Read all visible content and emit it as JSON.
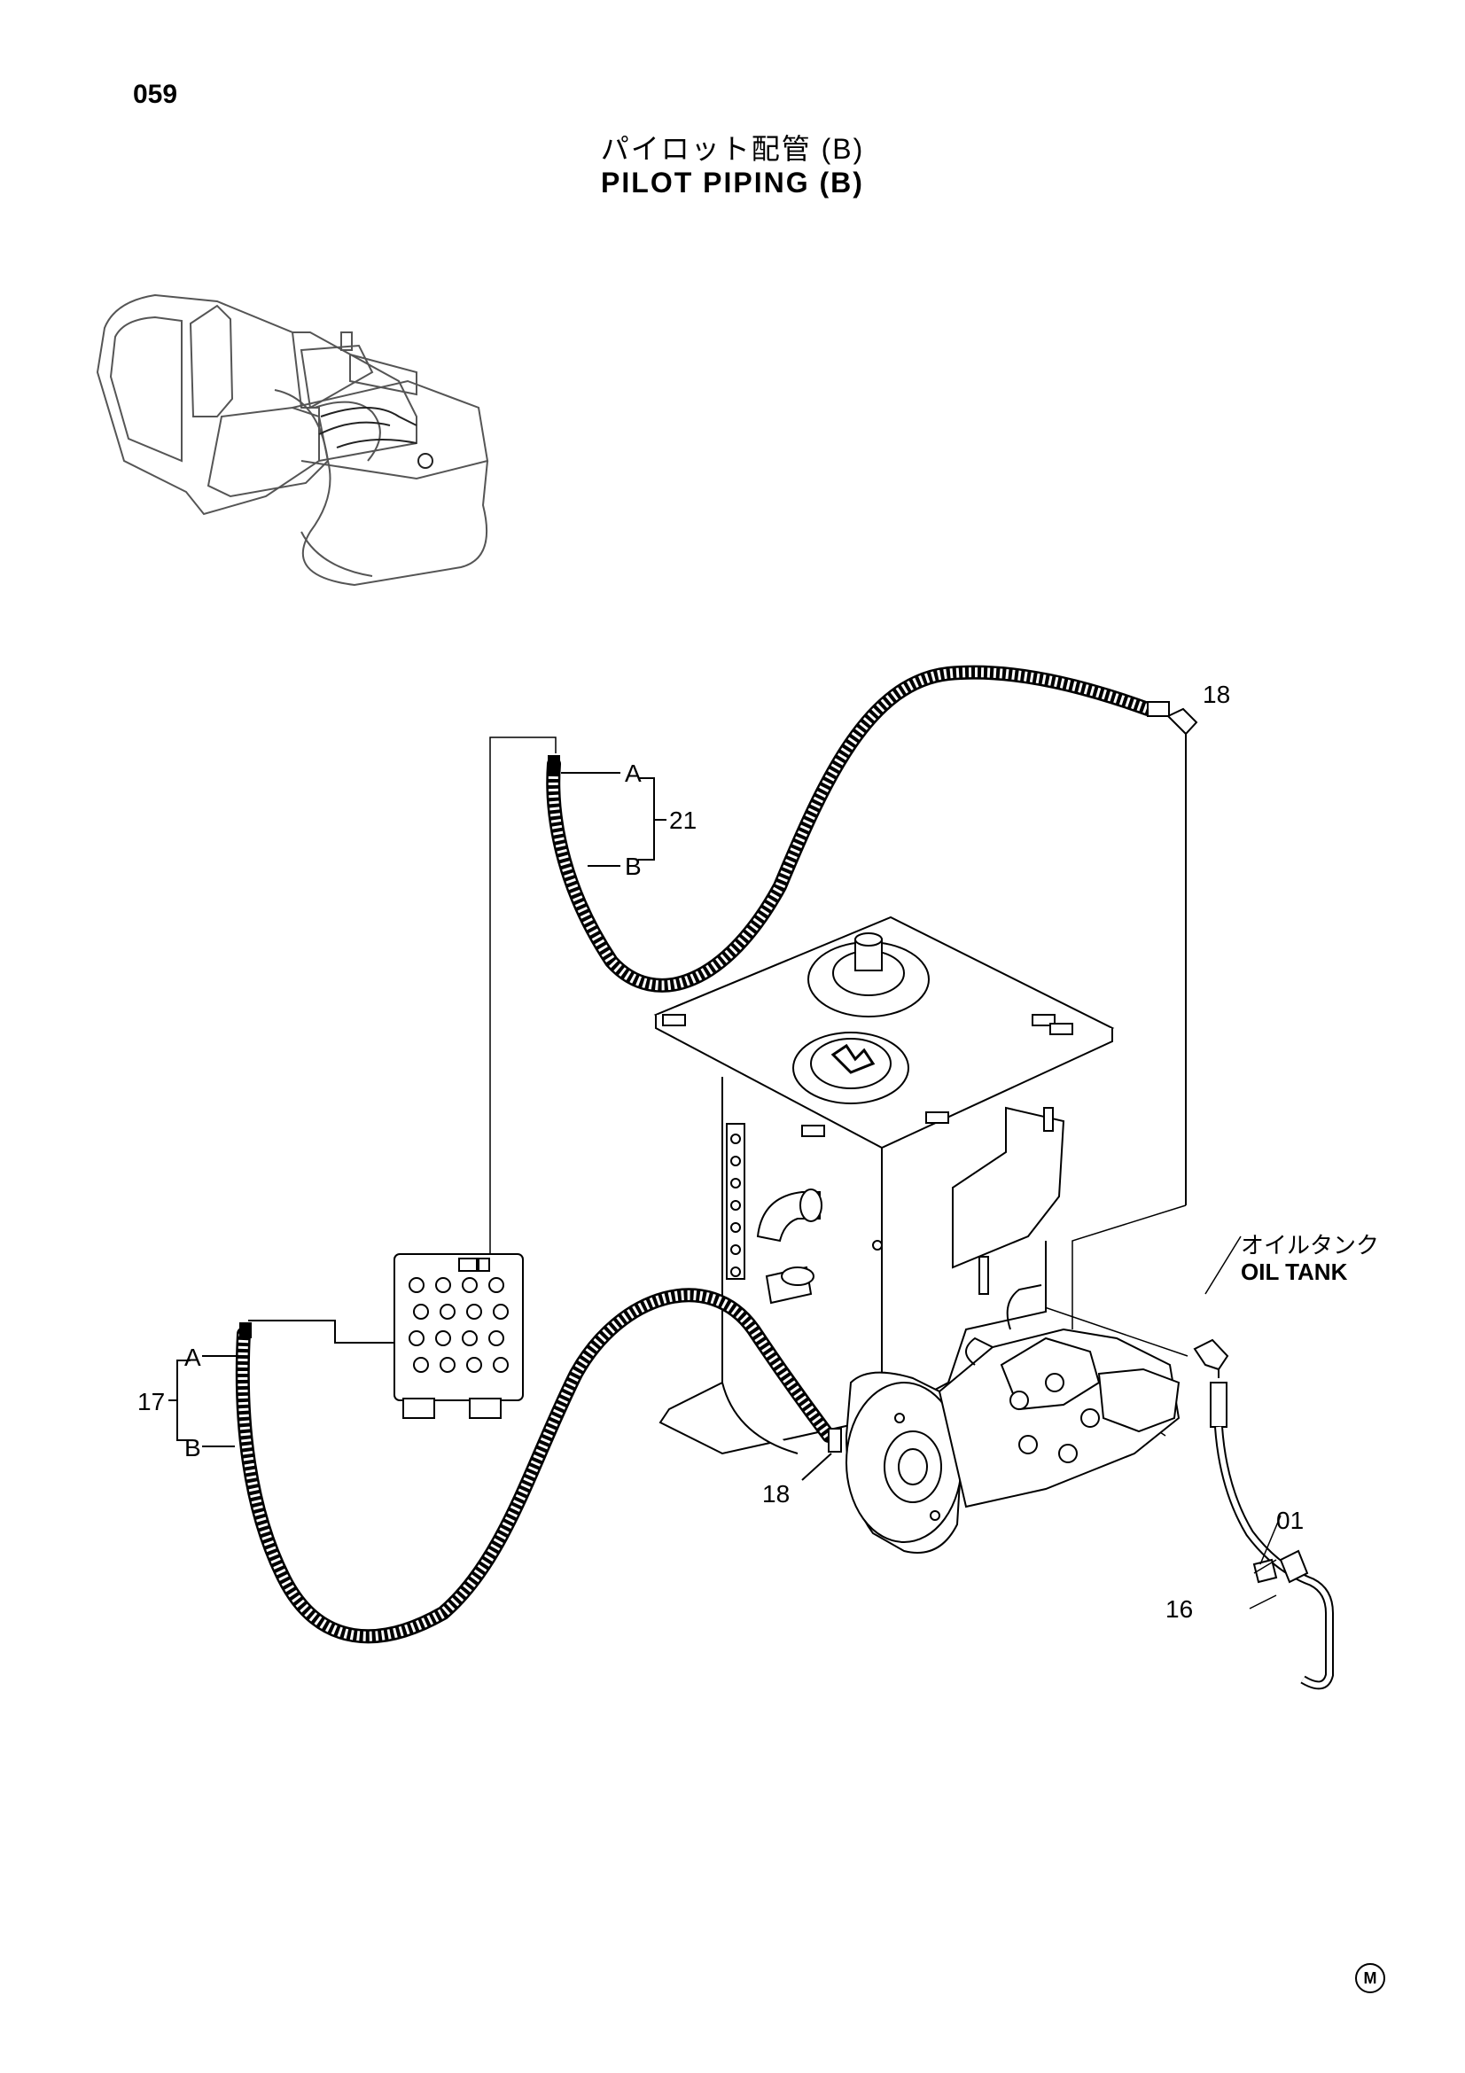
{
  "page": {
    "number": "059",
    "title_jp": "パイロット配管 (B)",
    "title_en": "PILOT PIPING (B)",
    "manufacturer_mark": "M"
  },
  "callouts": {
    "c18_top": "18",
    "c21": "21",
    "c21_a": "A",
    "c21_b": "B",
    "c17": "17",
    "c17_a": "A",
    "c17_b": "B",
    "c18_bottom": "18",
    "c01": "01",
    "c16": "16"
  },
  "oil_tank": {
    "label_jp": "オイルタンク",
    "label_en": "OIL TANK"
  }
}
